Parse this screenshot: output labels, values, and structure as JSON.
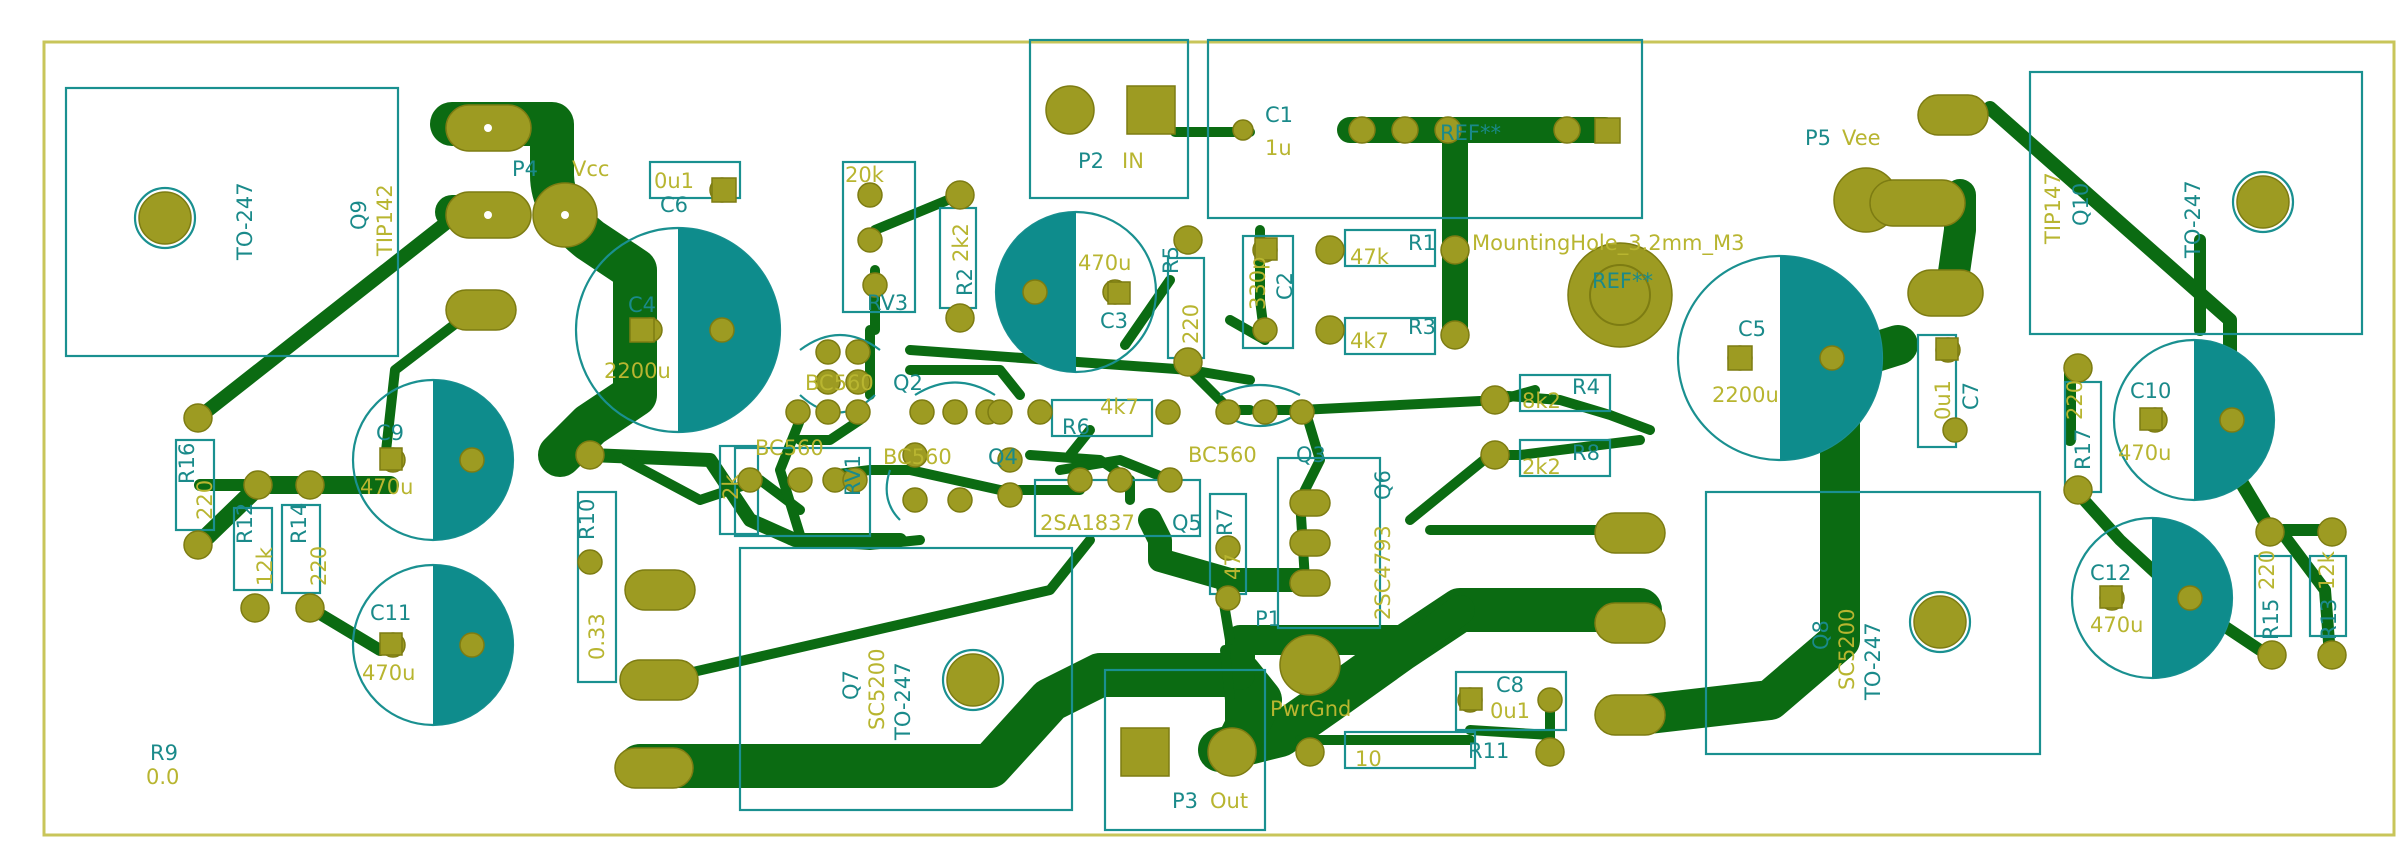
{
  "colors": {
    "board_edge": "#c8c55a",
    "copper": "#0b6b12",
    "pad": "#9d9b22",
    "silk_ref": "#1a8a8a",
    "silk_val": "#b8b530",
    "capacitor_fill": "#0e8c8c"
  },
  "labels": {
    "p2_ref": "P2",
    "p2_val": "IN",
    "p3_ref": "P3",
    "p3_val": "Out",
    "p4_ref": "P4",
    "p4_val": "Vcc",
    "p5_ref": "P5",
    "p5_val": "Vee",
    "p1_ref": "P1",
    "p1_val": "PwrGnd",
    "c1_ref": "C1",
    "c1_val": "1u",
    "c2_ref": "C2",
    "c2_val": "330p",
    "c3_ref": "C3",
    "c3_val": "470u",
    "c4_ref": "C4",
    "c4_val": "2200u",
    "c5_ref": "C5",
    "c5_val": "2200u",
    "c6_ref": "C6",
    "c6_val": "0u1",
    "c7_ref": "C7",
    "c7_val": "0u1",
    "c8_ref": "C8",
    "c8_val": "0u1",
    "c9_ref": "C9",
    "c9_val": "470u",
    "c10_ref": "C10",
    "c10_val": "470u",
    "c11_ref": "C11",
    "c11_val": "470u",
    "c12_ref": "C12",
    "c12_val": "470u",
    "r1_ref": "R1",
    "r1_val": "47k",
    "r2_ref": "R2",
    "r2_val": "2k2",
    "r3_ref": "R3",
    "r3_val": "4k7",
    "r4_ref": "R4",
    "r4_val": "8k2",
    "r5_ref": "R5",
    "r5_val": "220",
    "r6_ref": "R6",
    "r6_val": "4k7",
    "r7_ref": "R7",
    "r7_val": "47",
    "r8_ref": "R8",
    "r8_val": "2k2",
    "r9_ref": "R9",
    "r9_val": "0.0",
    "r10_ref": "R10",
    "r10_val": "0.33",
    "r11_ref": "R11",
    "r11_val": "10",
    "r12_ref": "R12",
    "r12_val": "12k",
    "r13_ref": "R13",
    "r13_val": "12k",
    "r14_ref": "R14",
    "r14_val": "220",
    "r15_ref": "R15",
    "r15_val": "220",
    "r16_ref": "R16",
    "r16_val": "220",
    "r17_ref": "R17",
    "r17_val": "220",
    "rv1_ref": "RV1",
    "rv1_val": "2k",
    "rv3_ref": "RV3",
    "rv3_val": "20k",
    "q1_val": "BC560",
    "q2_ref": "Q2",
    "q2_val": "BC560",
    "q3_ref": "Q3",
    "q3_val": "BC560",
    "q4_ref": "Q4",
    "q4_val": "BC560",
    "q5_ref": "Q5",
    "q5_val": "2SA1837",
    "q6_ref": "Q6",
    "q6_val": "2SC4793",
    "q7_ref": "Q7",
    "q7_val": "SC5200",
    "q8_ref": "Q8",
    "q8_val": "SC5200",
    "q9_ref": "Q9",
    "q9_val": "TIP142",
    "q10_ref": "Q10",
    "q10_val": "TIP147",
    "pkg_to247": "TO-247",
    "mh_val": "MountingHole_3.2mm_M3",
    "ref_stars": "REF**"
  }
}
